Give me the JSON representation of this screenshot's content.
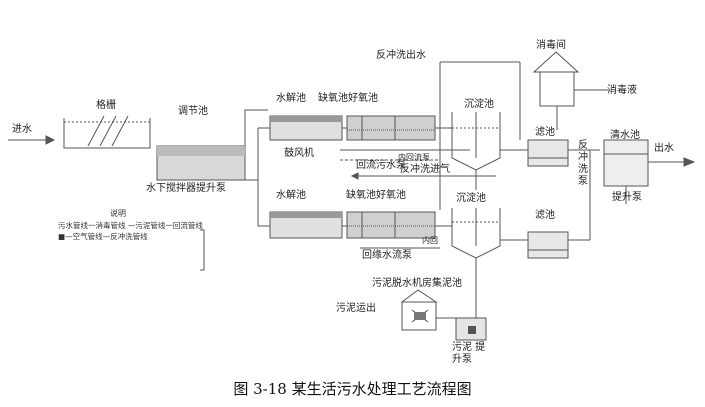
{
  "labels": {
    "inflow": "进水",
    "screen": "格栅",
    "equalization_tank": "调节池",
    "submersible_mixer_lift_pump": "水下搅拌器提升泵",
    "hydrolysis_tank_1": "水解池",
    "anoxic_aerobic_1": "缺氧池好氧池",
    "blower": "鼓风机",
    "internal_reflux_1": "内回流泵",
    "return_sludge_pump_1": "回流污水泵",
    "backwash_air": "反冲洗进气",
    "hydrolysis_tank_2": "水解池",
    "anoxic_aerobic_2": "缺氧池好氧池",
    "internal_reflux_2": "内回",
    "return_sludge_pump_2": "回缘水流泵",
    "sedimentation_1": "沉淀池",
    "sedimentation_2": "沉淀池",
    "backwash_outlet": "反冲洗出水",
    "disinfection_room": "消毒间",
    "disinfectant": "消毒液",
    "filter_1": "滤池",
    "filter_2": "滤池",
    "backwash_pump": "反冲洗泵",
    "clear_water_tank": "清水池",
    "lift_pump": "提升泵",
    "outflow": "出水",
    "sludge_dewatering_room": "污泥脱水机房集泥池",
    "sludge_out": "污泥运出",
    "sludge_lift_pump": "污泥 提\n升泵"
  },
  "legend": {
    "title": "说明",
    "body": "污水管线一消毒管线 —污泥管线一回流管线 ■—空气管线—反冲洗管线"
  },
  "caption": "图 3-18 某生活污水处理工艺流程图"
}
